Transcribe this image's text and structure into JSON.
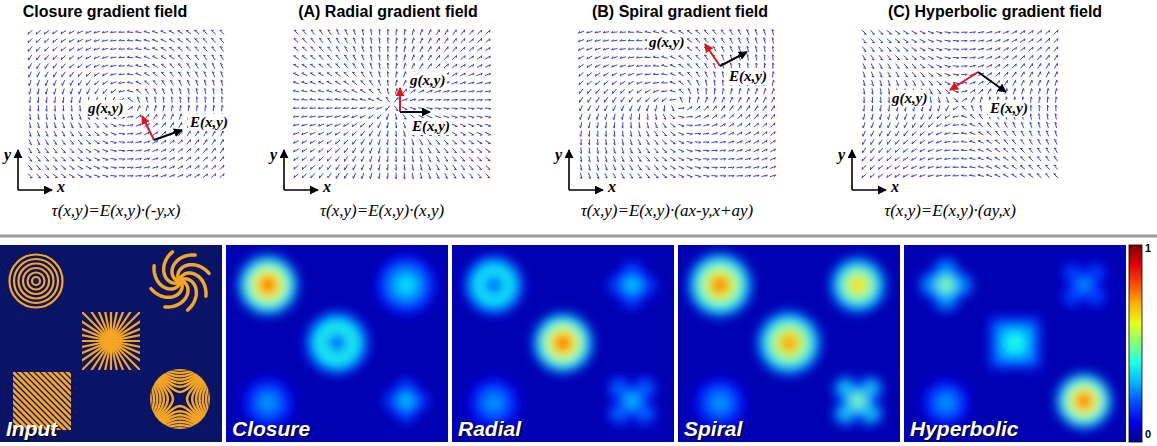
{
  "diagram": {
    "nodes": [
      {
        "text": [
          "Input"
        ]
      },
      {
        "text": [
          "Closure"
        ]
      },
      {
        "text": [
          "Radial"
        ]
      },
      {
        "text": [
          "Spiral"
        ]
      },
      {
        "text": [
          "Hyperbolic"
        ]
      }
    ],
    "labels": [
      "Closure gradient field",
      "(A) Radial gradient field",
      "(B) Spiral gradient field",
      "(C) Hyperbolic gradient field",
      "g(x,y)",
      "E(x,y)",
      "y",
      "x",
      "τ(x,y)=E(x,y)·(-y,x)",
      "g(x,y)",
      "E(x,y)",
      "y",
      "x",
      "τ(x,y)=E(x,y)·(x,y)",
      "g(x,y)",
      "E(x,y)",
      "y",
      "x",
      "τ(x,y)=E(x,y)·(ax-y,x+ay)",
      "g(x,y)",
      "E(x,y)",
      "y",
      "x",
      "τ(x,y)=E(x,y)·(ay,x)",
      "1",
      "0"
    ]
  }
}
